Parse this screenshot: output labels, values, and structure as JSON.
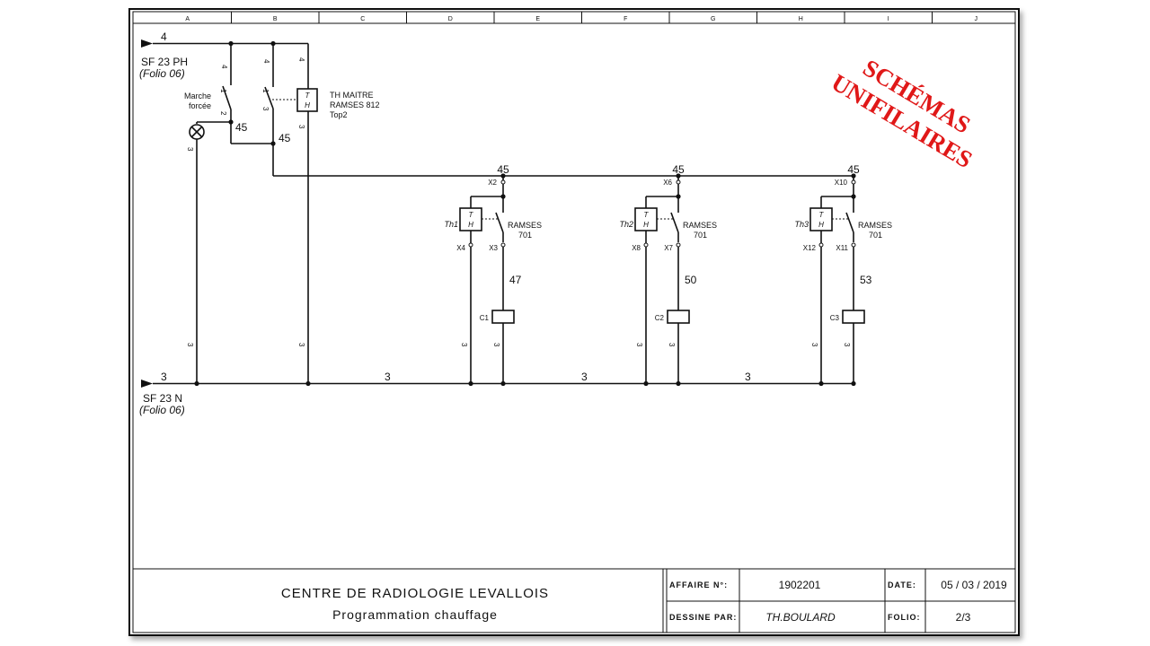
{
  "grid": {
    "columns": [
      "A",
      "B",
      "C",
      "D",
      "E",
      "F",
      "G",
      "H",
      "I",
      "J"
    ]
  },
  "stamp": {
    "line1": "SCHÉMAS",
    "line2": "UNIFILAIRES",
    "color": "#e01818"
  },
  "supply": {
    "phase_wire": "4",
    "phase_label": "SF 23 PH",
    "phase_folio": "(Folio 06)",
    "neutral_wire": "3",
    "neutral_label": "SF 23 N",
    "neutral_folio": "(Folio 06)"
  },
  "master": {
    "switch_label_1": "Marche",
    "switch_label_2": "forcée",
    "node1": "45",
    "node2": "45",
    "th_top": "T",
    "th_bottom": "H",
    "th_label_1": "TH MAITRE",
    "th_label_2": "RAMSES 812",
    "th_label_3": "Top2",
    "wire_4": "4",
    "wire_3": "3",
    "pin_1": "1",
    "pin_2": "2"
  },
  "bus": {
    "wire": "3"
  },
  "zones": [
    {
      "top_wire": "45",
      "term_top": "X2",
      "th": "Th1",
      "model_1": "RAMSES",
      "model_2": "701",
      "term_left": "X4",
      "term_right": "X3",
      "out_wire": "47",
      "coil": "C1",
      "th_t": "T",
      "th_h": "H",
      "wire_3": "3"
    },
    {
      "top_wire": "45",
      "term_top": "X6",
      "th": "Th2",
      "model_1": "RAMSES",
      "model_2": "701",
      "term_left": "X8",
      "term_right": "X7",
      "out_wire": "50",
      "coil": "C2",
      "th_t": "T",
      "th_h": "H",
      "wire_3": "3"
    },
    {
      "top_wire": "45",
      "term_top": "X10",
      "th": "Th3",
      "model_1": "RAMSES",
      "model_2": "701",
      "term_left": "X12",
      "term_right": "X11",
      "out_wire": "53",
      "coil": "C3",
      "th_t": "T",
      "th_h": "H",
      "wire_3": "3"
    }
  ],
  "title_block": {
    "title": "CENTRE DE RADIOLOGIE LEVALLOIS",
    "subtitle": "Programmation chauffage",
    "affaire_label": "AFFAIRE N°:",
    "affaire_value": "1902201",
    "dessine_label": "DESSINE PAR:",
    "dessine_value": "TH.BOULARD",
    "date_label": "DATE:",
    "date_value": "05 / 03 / 2019",
    "folio_label": "FOLIO:",
    "folio_value": "2/3"
  }
}
